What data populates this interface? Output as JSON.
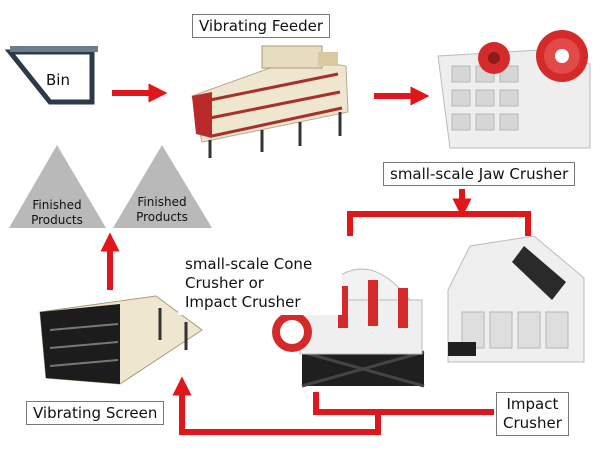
{
  "labels": {
    "bin": "Bin",
    "vibrating_feeder": "Vibrating Feeder",
    "jaw_crusher": "small-scale Jaw Crusher",
    "cone_line1": "small-scale Cone",
    "cone_line2": "Crusher or",
    "cone_line3": "Impact Crusher",
    "impact_line1": "Impact",
    "impact_line2": "Crusher",
    "vibrating_screen": "Vibrating Screen",
    "finished_left_line1": "Finished",
    "finished_left_line2": "Products",
    "finished_right_line1": "Finished",
    "finished_right_line2": "Products"
  },
  "colors": {
    "arrow": "#e0161b",
    "machine_body": "#efe6cf",
    "machine_dark": "#2b2b2b",
    "machine_red": "#d42a2a",
    "triangle": "#b9b9b9"
  }
}
